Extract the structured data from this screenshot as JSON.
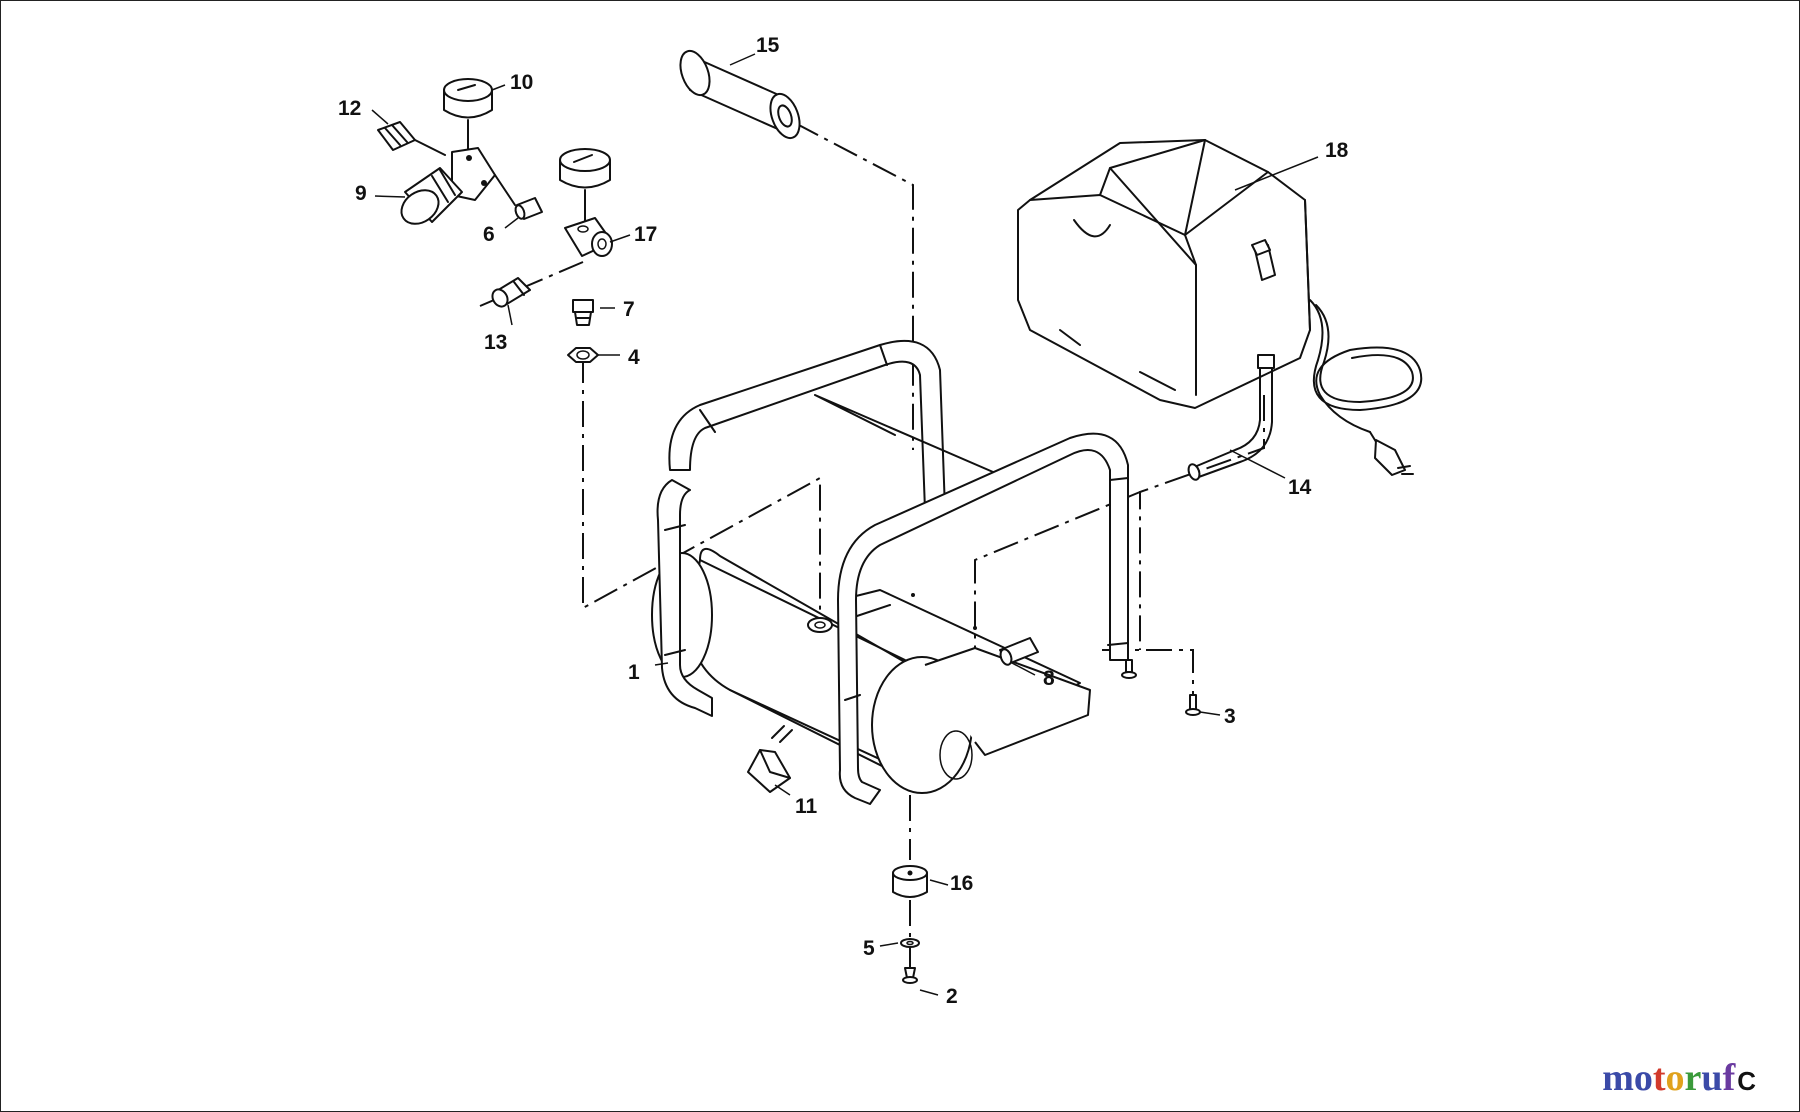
{
  "parts": [
    {
      "id": "part-1",
      "label": "1"
    },
    {
      "id": "part-2",
      "label": "2"
    },
    {
      "id": "part-3",
      "label": "3"
    },
    {
      "id": "part-4",
      "label": "4"
    },
    {
      "id": "part-5",
      "label": "5"
    },
    {
      "id": "part-6",
      "label": "6"
    },
    {
      "id": "part-7",
      "label": "7"
    },
    {
      "id": "part-8",
      "label": "8"
    },
    {
      "id": "part-9",
      "label": "9"
    },
    {
      "id": "part-10",
      "label": "10"
    },
    {
      "id": "part-11",
      "label": "11"
    },
    {
      "id": "part-12",
      "label": "12"
    },
    {
      "id": "part-13",
      "label": "13"
    },
    {
      "id": "part-14",
      "label": "14"
    },
    {
      "id": "part-15",
      "label": "15"
    },
    {
      "id": "part-16",
      "label": "16"
    },
    {
      "id": "part-17",
      "label": "17"
    },
    {
      "id": "part-18",
      "label": "18"
    }
  ],
  "watermark": {
    "letters": [
      "m",
      "o",
      "t",
      "o",
      "r",
      "u",
      "f"
    ],
    "colors": [
      "#3b4aa8",
      "#3b4aa8",
      "#d23a2c",
      "#e0a21d",
      "#3a9a3a",
      "#3b4aa8",
      "#6a3aa0"
    ],
    "corner_glyph": "C"
  }
}
